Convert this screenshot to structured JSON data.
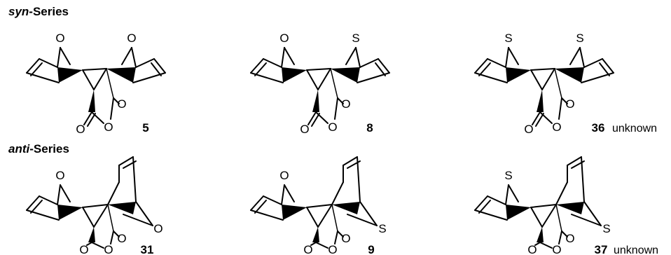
{
  "series": [
    {
      "prefix": "syn",
      "suffix": "-Series",
      "compounds": [
        {
          "id": "5",
          "bridge_left": "O",
          "bridge_right": "O",
          "note": ""
        },
        {
          "id": "8",
          "bridge_left": "O",
          "bridge_right": "S",
          "note": ""
        },
        {
          "id": "36",
          "bridge_left": "S",
          "bridge_right": "S",
          "note": "unknown"
        }
      ]
    },
    {
      "prefix": "anti",
      "suffix": "-Series",
      "compounds": [
        {
          "id": "31",
          "bridge_left": "O",
          "bridge_right": "O",
          "note": ""
        },
        {
          "id": "9",
          "bridge_left": "O",
          "bridge_right": "S",
          "note": ""
        },
        {
          "id": "37",
          "bridge_left": "S",
          "bridge_right": "S",
          "note": "unknown"
        }
      ]
    }
  ],
  "anhydride_atoms": {
    "carbonyl_o": "O",
    "ring_o": "O"
  }
}
